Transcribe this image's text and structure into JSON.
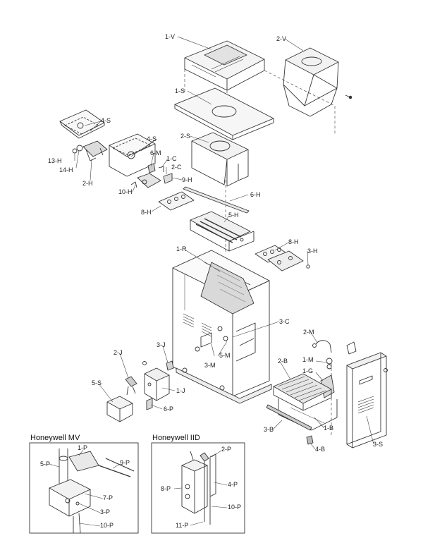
{
  "parts": {
    "1-V": "1-V",
    "2-V": "2-V",
    "1-S": "1-S",
    "2-S": "2-S",
    "4-S-a": "4-S",
    "4-S-b": "4-S",
    "13-H": "13-H",
    "14-H": "14-H",
    "2-H": "2-H",
    "6-M": "6-M",
    "1-C": "1-C",
    "2-C": "2-C",
    "9-H": "9-H",
    "10-H": "10-H",
    "8-H-a": "8-H",
    "6-H": "6-H",
    "5-H": "5-H",
    "8-H-b": "8-H",
    "3-H": "3-H",
    "1-R": "1-R",
    "3-C": "3-C",
    "5-M": "5-M",
    "3-M": "3-M",
    "2-M": "2-M",
    "1-M": "1-M",
    "1-G": "1-G",
    "2-B": "2-B",
    "3-J": "3-J",
    "2-J": "2-J",
    "5-S": "5-S",
    "1-J": "1-J",
    "6-P": "6-P",
    "3-B": "3-B",
    "1-B": "1-B",
    "4-B": "4-B",
    "3-S": "3-S"
  },
  "inset_mv": {
    "title": "Honeywell MV",
    "labels": {
      "1-P": "1-P",
      "5-P": "5-P",
      "9-P": "9-P",
      "7-P": "7-P",
      "3-P": "3-P",
      "10-P": "10-P"
    }
  },
  "inset_iid": {
    "title": "Honeywell IID",
    "labels": {
      "2-P": "2-P",
      "8-P": "8-P",
      "4-P": "4-P",
      "10-P": "10-P",
      "11-P": "11-P"
    }
  }
}
